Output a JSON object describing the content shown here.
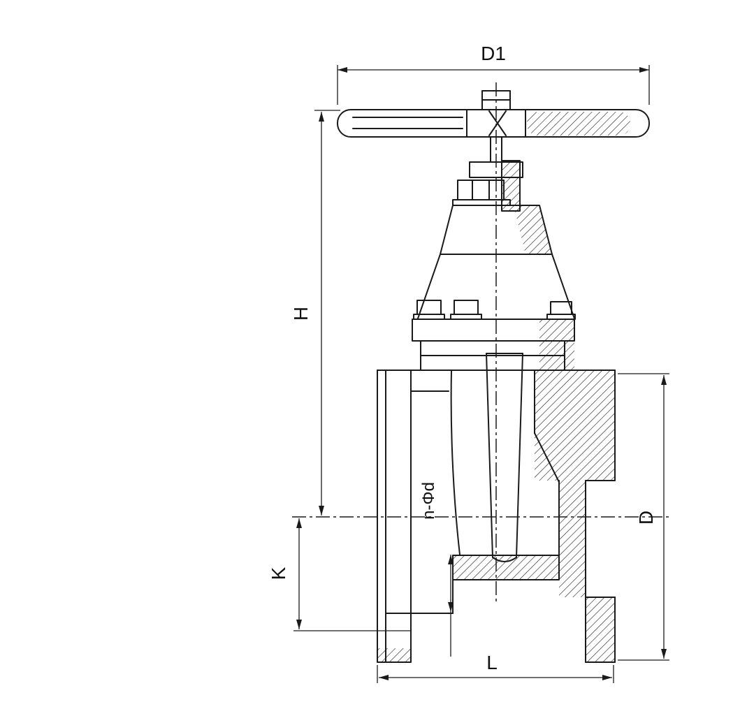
{
  "diagram": {
    "dimension_labels": {
      "d1": "D1",
      "h": "H",
      "k": "K",
      "n_phi_d": "n-Φd",
      "d": "D",
      "l": "L"
    },
    "colors": {
      "line": "#1a1a1a",
      "background": "#ffffff"
    }
  }
}
